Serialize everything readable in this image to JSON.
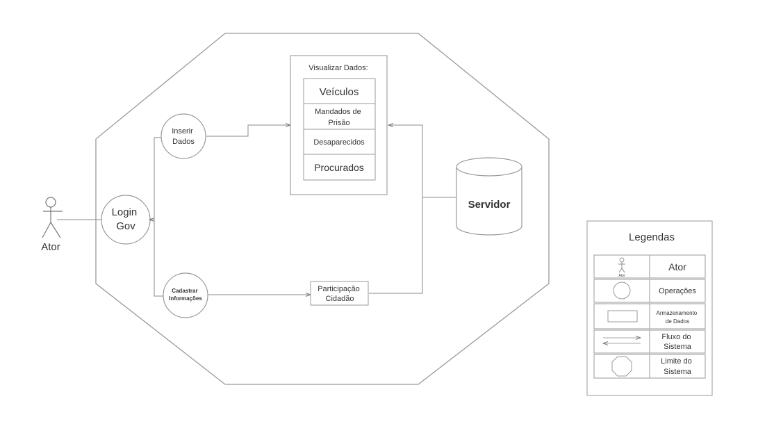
{
  "actor": {
    "label": "Ator"
  },
  "operations": {
    "login": [
      "Login",
      "Gov"
    ],
    "inserir": [
      "Inserir",
      "Dados"
    ],
    "cadastrar": [
      "Cadastrar",
      "Informações"
    ]
  },
  "visualizar": {
    "title": "Visualizar Dados:",
    "items": [
      {
        "lines": [
          "Veículos"
        ]
      },
      {
        "lines": [
          "Mandados de",
          "Prisão"
        ]
      },
      {
        "lines": [
          "Desaparecidos"
        ]
      },
      {
        "lines": [
          "Procurados"
        ]
      }
    ]
  },
  "participacao": [
    "Participação",
    "Cidadão"
  ],
  "servidor": {
    "label": "Servidor"
  },
  "legend": {
    "title": "Legendas",
    "actor_small_label": "Ator",
    "rows": [
      {
        "icon": "actor-icon",
        "lines": [
          "Ator"
        ]
      },
      {
        "icon": "circle-icon",
        "lines": [
          "Operações"
        ]
      },
      {
        "icon": "rectangle-icon",
        "lines": [
          "Armazenamento",
          "de Dados"
        ]
      },
      {
        "icon": "arrows-icon",
        "lines": [
          "Fluxo do",
          "Sistema"
        ]
      },
      {
        "icon": "octagon-icon",
        "lines": [
          "Limite do",
          "Sistema"
        ]
      }
    ]
  },
  "colors": {
    "stroke": "#8a8a8a",
    "text": "#333333",
    "background": "#ffffff"
  }
}
